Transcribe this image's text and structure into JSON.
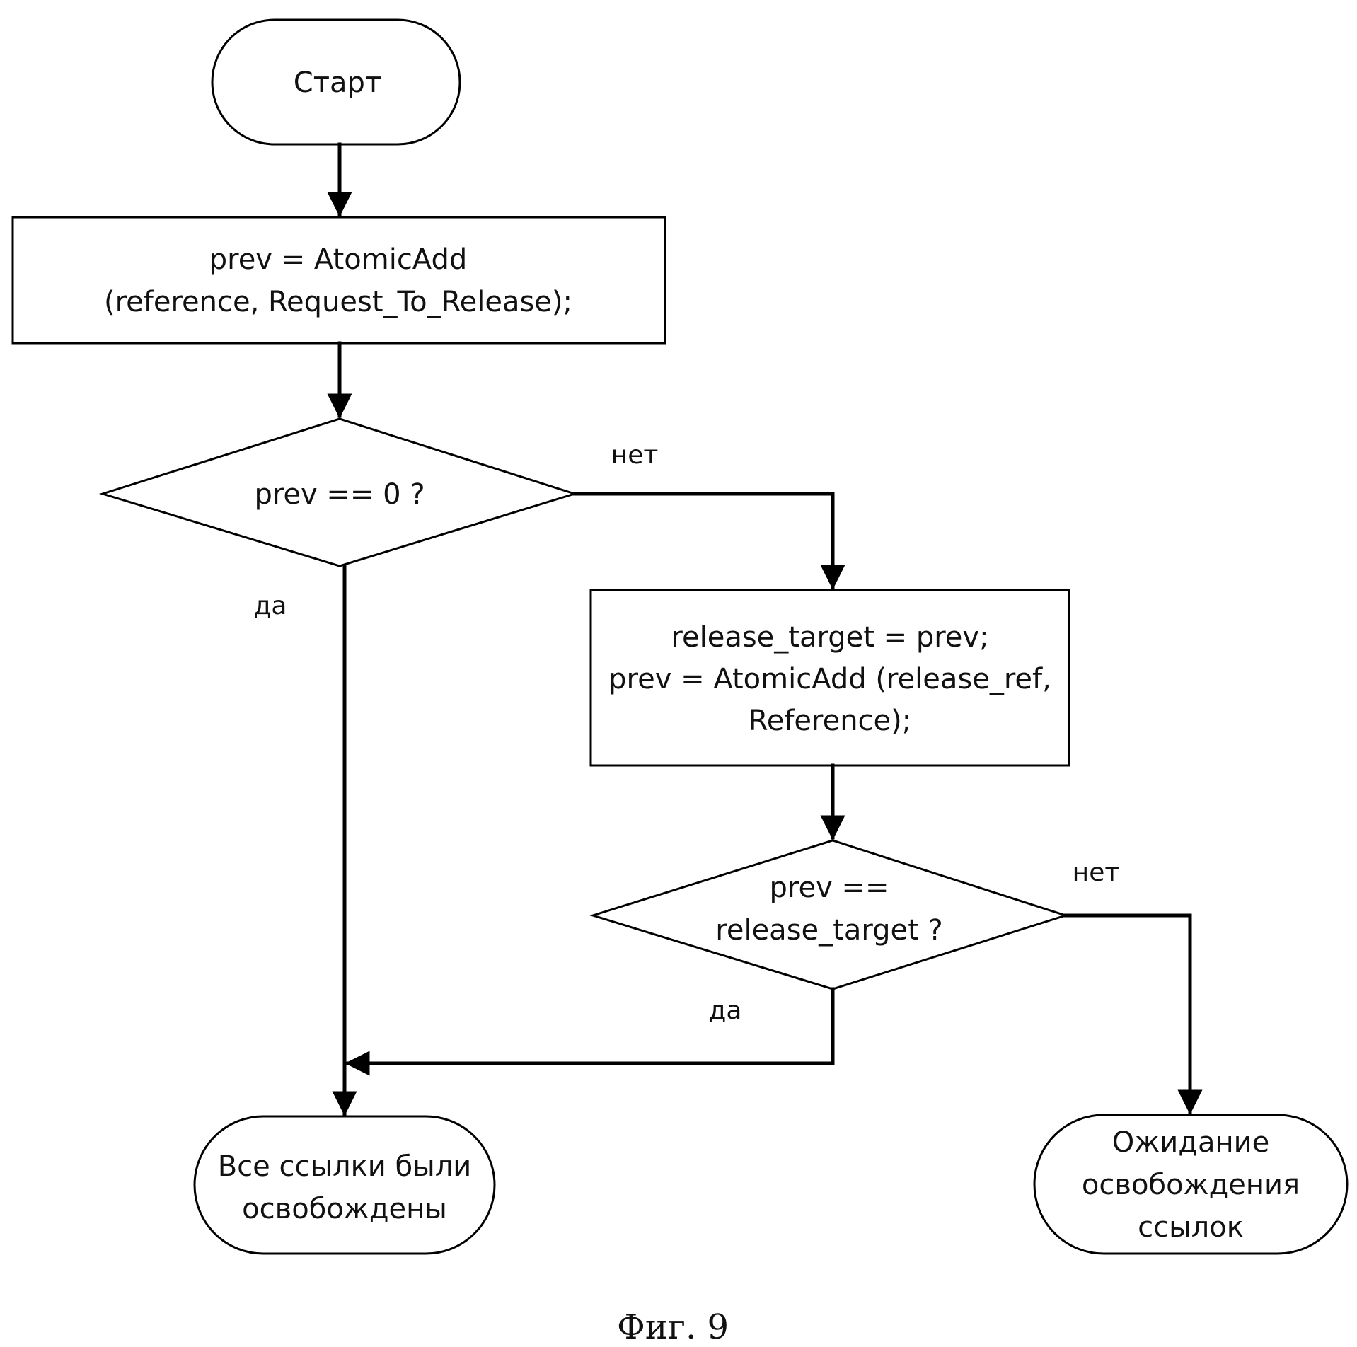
{
  "nodes": {
    "start": {
      "lines": [
        "Старт"
      ]
    },
    "atomic_add_1": {
      "lines": [
        "prev = AtomicAdd",
        "(reference, Request_To_Release);"
      ]
    },
    "decision_1": {
      "lines": [
        "prev == 0 ?"
      ]
    },
    "release_block": {
      "lines": [
        "release_target = prev;",
        "prev = AtomicAdd (release_ref,",
        "Reference);"
      ]
    },
    "decision_2": {
      "lines": [
        "prev ==",
        "release_target ?"
      ]
    },
    "end_released": {
      "lines": [
        "Все ссылки были",
        "освобождены"
      ]
    },
    "end_waiting": {
      "lines": [
        "Ожидание",
        "освобождения",
        "ссылок"
      ]
    }
  },
  "branches": {
    "d1_no": "нет",
    "d1_yes": "да",
    "d2_no": "нет",
    "d2_yes": "да"
  },
  "caption": "Фиг. 9"
}
